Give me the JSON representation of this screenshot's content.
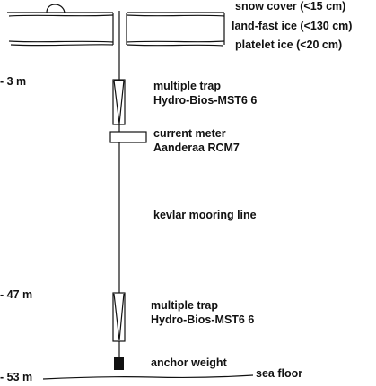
{
  "colors": {
    "ink": "#111111",
    "background": "#ffffff"
  },
  "labels": {
    "snow_cover": "snow cover (<15 cm)",
    "land_fast_ice": "land-fast ice (<130 cm)",
    "platelet_ice": "platelet ice (<20 cm)",
    "trap_upper_line1": "multiple trap",
    "trap_upper_line2": "Hydro-Bios-MST6 6",
    "current_meter_line1": "current meter",
    "current_meter_line2": "Aanderaa RCM7",
    "mooring_line": "kevlar mooring line",
    "trap_lower_line1": "multiple trap",
    "trap_lower_line2": "Hydro-Bios-MST6 6",
    "anchor_weight": "anchor weight",
    "sea_floor": "sea floor"
  },
  "depths": {
    "upper_trap": "- 3 m",
    "lower_trap": "- 47 m",
    "sea_floor": "- 53 m"
  }
}
